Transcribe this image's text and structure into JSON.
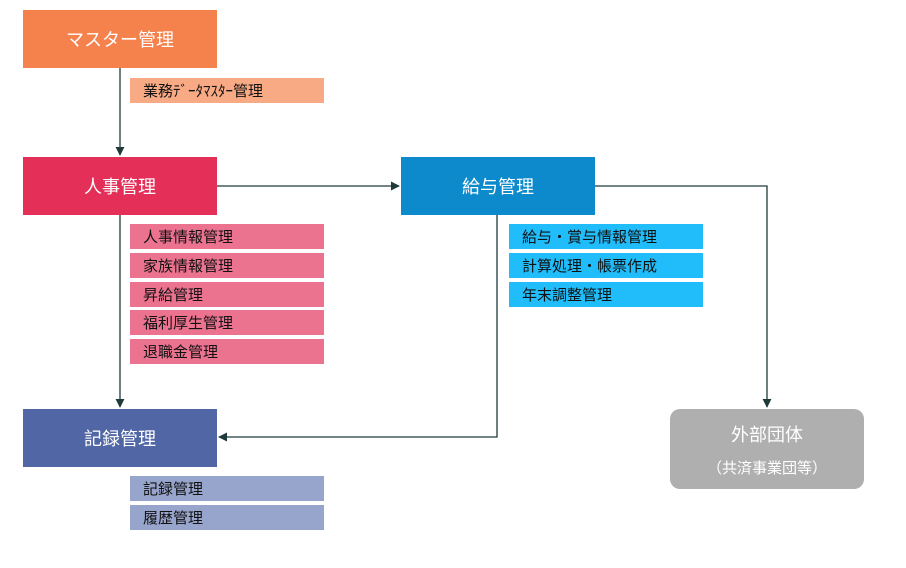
{
  "colors": {
    "master": "#F5824D",
    "master_sub": "#F8AA85",
    "hr": "#E43059",
    "hr_sub": "#EC7390",
    "payroll": "#0C8ACC",
    "payroll_sub": "#21BDFB",
    "record": "#5167A5",
    "record_sub": "#97A4CB",
    "external": "#AFAFAF",
    "line": "#1F3A3A"
  },
  "master": {
    "title": "マスター管理",
    "items": [
      "業務ﾃﾞｰﾀﾏｽﾀｰ管理"
    ]
  },
  "hr": {
    "title": "人事管理",
    "items": [
      "人事情報管理",
      "家族情報管理",
      "昇給管理",
      "福利厚生管理",
      "退職金管理"
    ]
  },
  "payroll": {
    "title": "給与管理",
    "items": [
      "給与・賞与情報管理",
      "計算処理・帳票作成",
      "年末調整管理"
    ]
  },
  "record": {
    "title": "記録管理",
    "items": [
      "記録管理",
      "履歴管理"
    ]
  },
  "external": {
    "title": "外部団体",
    "subtitle": "（共済事業団等）"
  }
}
